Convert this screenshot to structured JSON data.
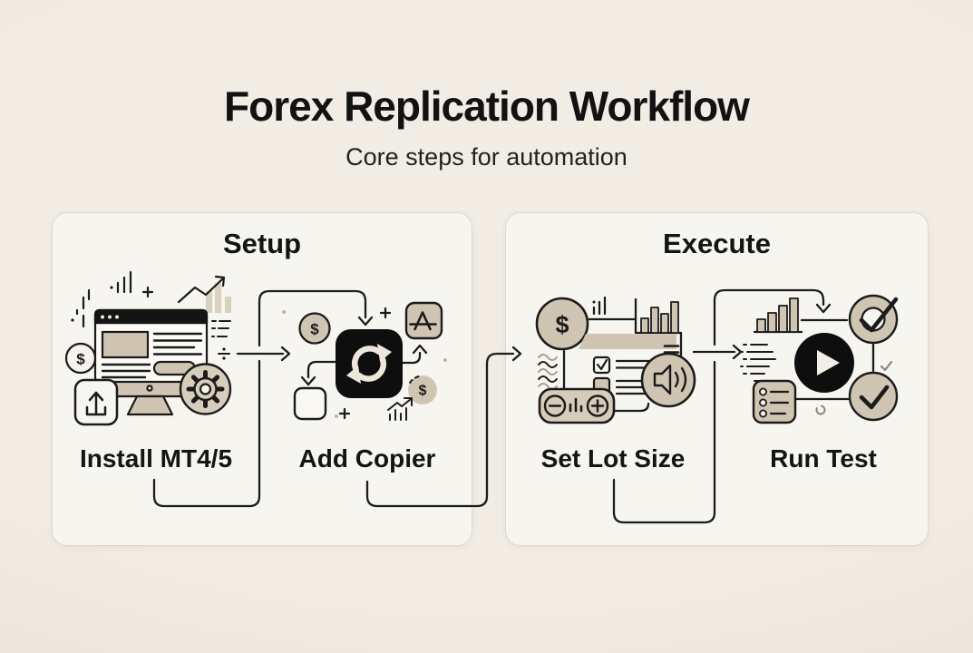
{
  "title": "Forex Replication Workflow",
  "subtitle": "Core steps for automation",
  "panels": [
    {
      "label": "Setup",
      "steps": [
        {
          "label": "Install MT4/5",
          "icon": "trading-platform-monitor-icon"
        },
        {
          "label": "Add Copier",
          "icon": "sync-copier-icon"
        }
      ]
    },
    {
      "label": "Execute",
      "steps": [
        {
          "label": "Set Lot Size",
          "icon": "lot-size-settings-icon"
        },
        {
          "label": "Run Test",
          "icon": "run-test-play-icon"
        }
      ]
    }
  ],
  "flow": [
    "Install MT4/5",
    "Add Copier",
    "Set Lot Size",
    "Run Test"
  ],
  "glyphs": {
    "dollar": "$"
  },
  "colors": {
    "background": "#EFEAE1",
    "panel": "#F7F5EF",
    "beige": "#CFC5B2",
    "ink": "#1B1B1B"
  }
}
